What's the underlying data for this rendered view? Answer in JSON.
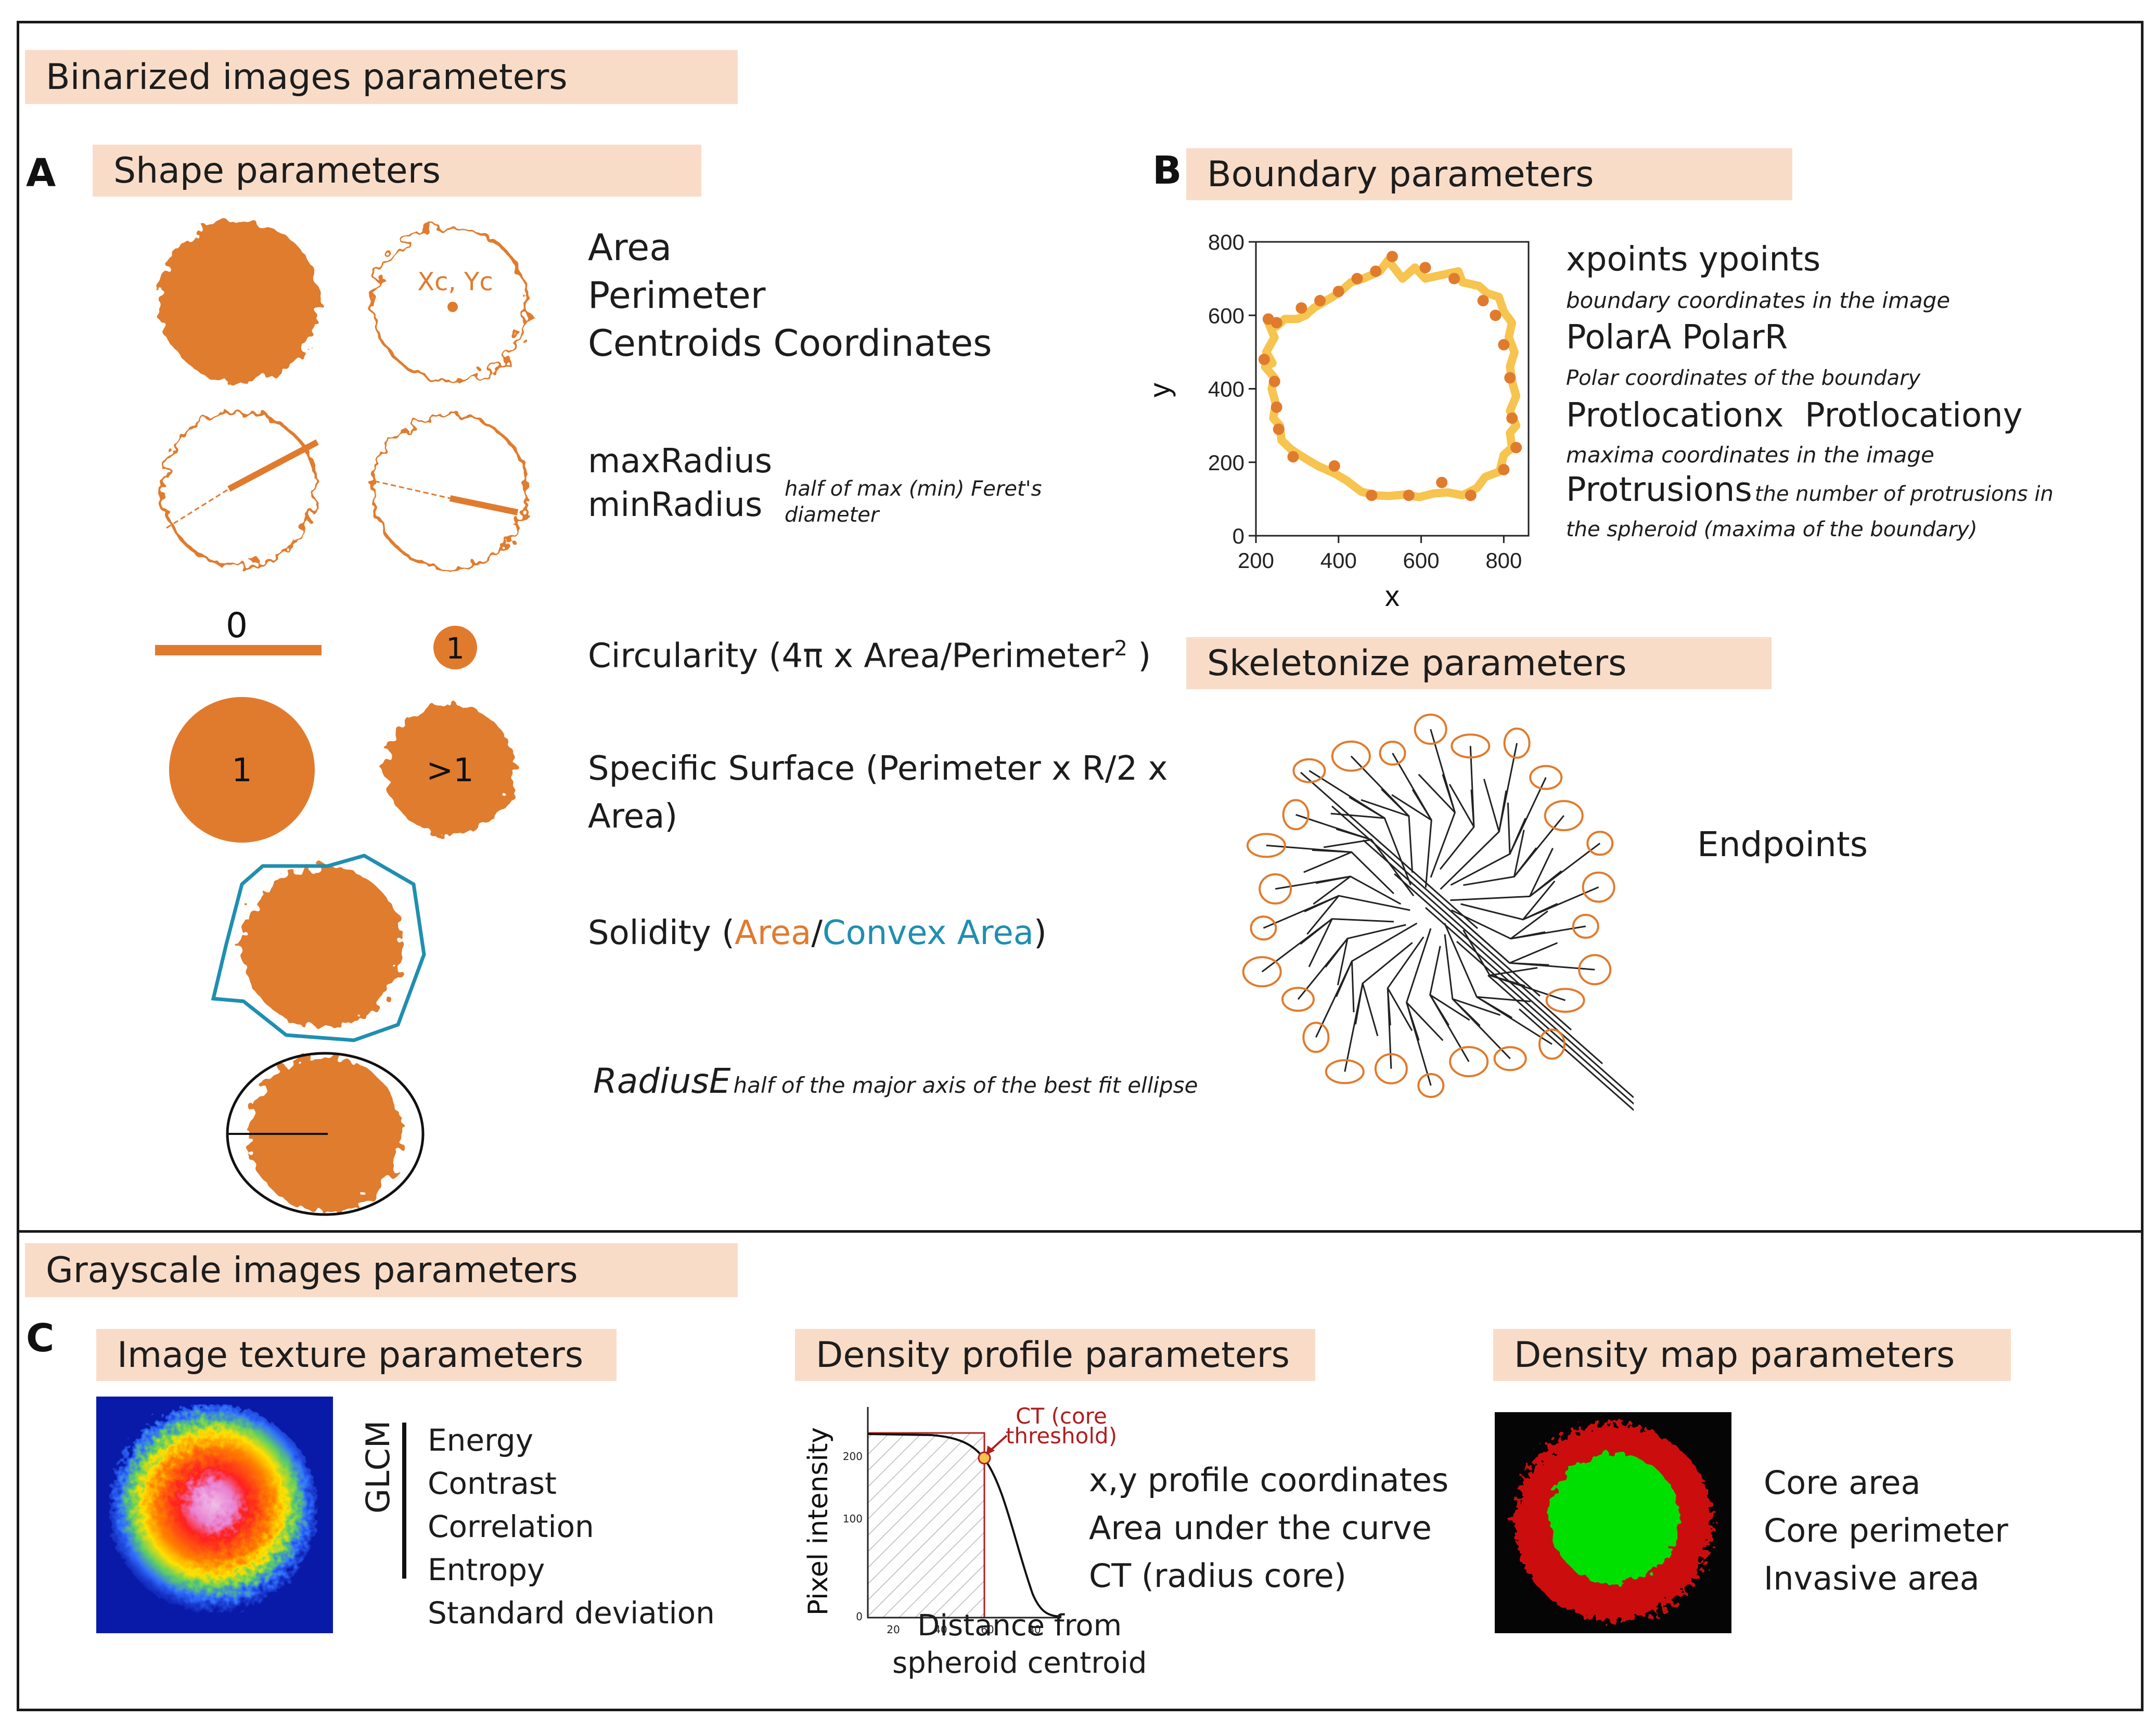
{
  "colors": {
    "banner_bg": "#f9dcc8",
    "shape_orange": "#e07b2e",
    "convex_teal": "#1f8fb0",
    "boundary_yellow": "#f6c44f",
    "skeleton_line": "#222222",
    "density_red": "#cc1010",
    "density_green": "#00e000",
    "ct_red": "#b01e1e"
  },
  "binarized": {
    "banner": "Binarized images parameters"
  },
  "panelA": {
    "letter": "A",
    "banner": "Shape parameters",
    "centroid_label": "Xc, Yc",
    "basic_list": [
      "Area",
      "Perimeter",
      "Centroids Coordinates"
    ],
    "max_radius": "maxRadius",
    "min_radius": "minRadius",
    "radius_note_1": "half of max (min) Feret's",
    "radius_note_2": "diameter",
    "circ_zero": "0",
    "circ_one": "1",
    "circularity_pre": "Circularity (4π x Area/Perimeter",
    "circularity_sup": "2",
    "circularity_post": " )",
    "ss_circle_label": "1",
    "ss_blob_label": ">1",
    "specific_surface_1": "Specific Surface (Perimeter x R/2 x",
    "specific_surface_2": "Area)",
    "solidity_pre": "Solidity (",
    "solidity_area": "Area",
    "solidity_slash": "/",
    "solidity_convex": "Convex Area",
    "solidity_post": ")",
    "radius_e": "RadiusE",
    "radius_e_note": "half of the major axis of the best fit ellipse"
  },
  "panelB": {
    "letter": "B",
    "banner": "Boundary parameters",
    "xpoints": "xpoints ypoints",
    "xpoints_note": "boundary coordinates in the image",
    "polar": "PolarA PolarR",
    "polar_note": "Polar coordinates of the boundary",
    "protloc": "Protlocationx  Protlocationy",
    "protloc_note": "maxima coordinates in the image",
    "protrusions": "Protrusions",
    "protrusions_note_1": "the number of protrusions in",
    "protrusions_note_2": "the spheroid (maxima of the boundary)",
    "skeleton_banner": "Skeletonize parameters",
    "endpoints": "Endpoints"
  },
  "chart_data": {
    "type": "scatter",
    "title": "",
    "xlabel": "x",
    "ylabel": "y",
    "xlim": [
      200,
      860
    ],
    "ylim": [
      0,
      800
    ],
    "xticks": [
      200,
      400,
      600,
      800
    ],
    "yticks": [
      0,
      200,
      400,
      600,
      800
    ],
    "grid": false,
    "series": [
      {
        "kind": "boundary-line",
        "points": [
          [
            230,
            580
          ],
          [
            245,
            540
          ],
          [
            225,
            500
          ],
          [
            240,
            470
          ],
          [
            222,
            460
          ],
          [
            245,
            430
          ],
          [
            238,
            400
          ],
          [
            248,
            360
          ],
          [
            242,
            320
          ],
          [
            258,
            300
          ],
          [
            262,
            260
          ],
          [
            285,
            235
          ],
          [
            320,
            210
          ],
          [
            350,
            190
          ],
          [
            390,
            170
          ],
          [
            420,
            150
          ],
          [
            455,
            120
          ],
          [
            490,
            110
          ],
          [
            520,
            108
          ],
          [
            560,
            112
          ],
          [
            595,
            105
          ],
          [
            630,
            115
          ],
          [
            665,
            118
          ],
          [
            700,
            110
          ],
          [
            735,
            130
          ],
          [
            755,
            160
          ],
          [
            790,
            175
          ],
          [
            800,
            220
          ],
          [
            820,
            240
          ],
          [
            815,
            280
          ],
          [
            830,
            300
          ],
          [
            815,
            340
          ],
          [
            830,
            380
          ],
          [
            820,
            420
          ],
          [
            815,
            460
          ],
          [
            826,
            500
          ],
          [
            812,
            540
          ],
          [
            820,
            580
          ],
          [
            800,
            610
          ],
          [
            788,
            650
          ],
          [
            760,
            660
          ],
          [
            740,
            680
          ],
          [
            700,
            690
          ],
          [
            690,
            720
          ],
          [
            650,
            710
          ],
          [
            610,
            700
          ],
          [
            585,
            730
          ],
          [
            555,
            700
          ],
          [
            520,
            750
          ],
          [
            500,
            720
          ],
          [
            460,
            700
          ],
          [
            430,
            690
          ],
          [
            400,
            660
          ],
          [
            370,
            640
          ],
          [
            340,
            620
          ],
          [
            320,
            600
          ],
          [
            300,
            590
          ],
          [
            270,
            590
          ],
          [
            250,
            570
          ],
          [
            230,
            580
          ]
        ]
      },
      {
        "kind": "maxima-points",
        "points": [
          [
            530,
            760
          ],
          [
            490,
            720
          ],
          [
            445,
            700
          ],
          [
            400,
            665
          ],
          [
            355,
            640
          ],
          [
            310,
            620
          ],
          [
            250,
            580
          ],
          [
            230,
            590
          ],
          [
            220,
            480
          ],
          [
            245,
            420
          ],
          [
            250,
            350
          ],
          [
            255,
            290
          ],
          [
            290,
            215
          ],
          [
            390,
            190
          ],
          [
            480,
            110
          ],
          [
            570,
            110
          ],
          [
            650,
            145
          ],
          [
            720,
            110
          ],
          [
            800,
            180
          ],
          [
            830,
            240
          ],
          [
            820,
            320
          ],
          [
            815,
            430
          ],
          [
            800,
            520
          ],
          [
            780,
            600
          ],
          [
            750,
            640
          ],
          [
            680,
            700
          ],
          [
            610,
            730
          ]
        ]
      }
    ]
  },
  "grayscale": {
    "banner": "Grayscale images parameters"
  },
  "panelC": {
    "letter": "C",
    "texture_banner": "Image texture parameters",
    "glcm": "GLCM",
    "texture_list": [
      "Energy",
      "Contrast",
      "Correlation",
      "Entropy",
      "Standard deviation"
    ],
    "profile_banner": "Density profile parameters",
    "profile_ylabel": "Pixel intensity",
    "profile_xlabel_1": "Distance from",
    "profile_xlabel_2": "spheroid centroid",
    "profile_yticks": [
      "0",
      "100",
      "200"
    ],
    "profile_xticks": [
      "20",
      "40",
      "60",
      "80"
    ],
    "ct_label_1": "CT (core",
    "ct_label_2": "threshold)",
    "profile_list": [
      "x,y profile coordinates",
      "Area under the curve",
      "CT (radius core)"
    ],
    "map_banner": "Density map parameters",
    "map_list": [
      "Core area",
      "Core perimeter",
      "Invasive area"
    ]
  }
}
